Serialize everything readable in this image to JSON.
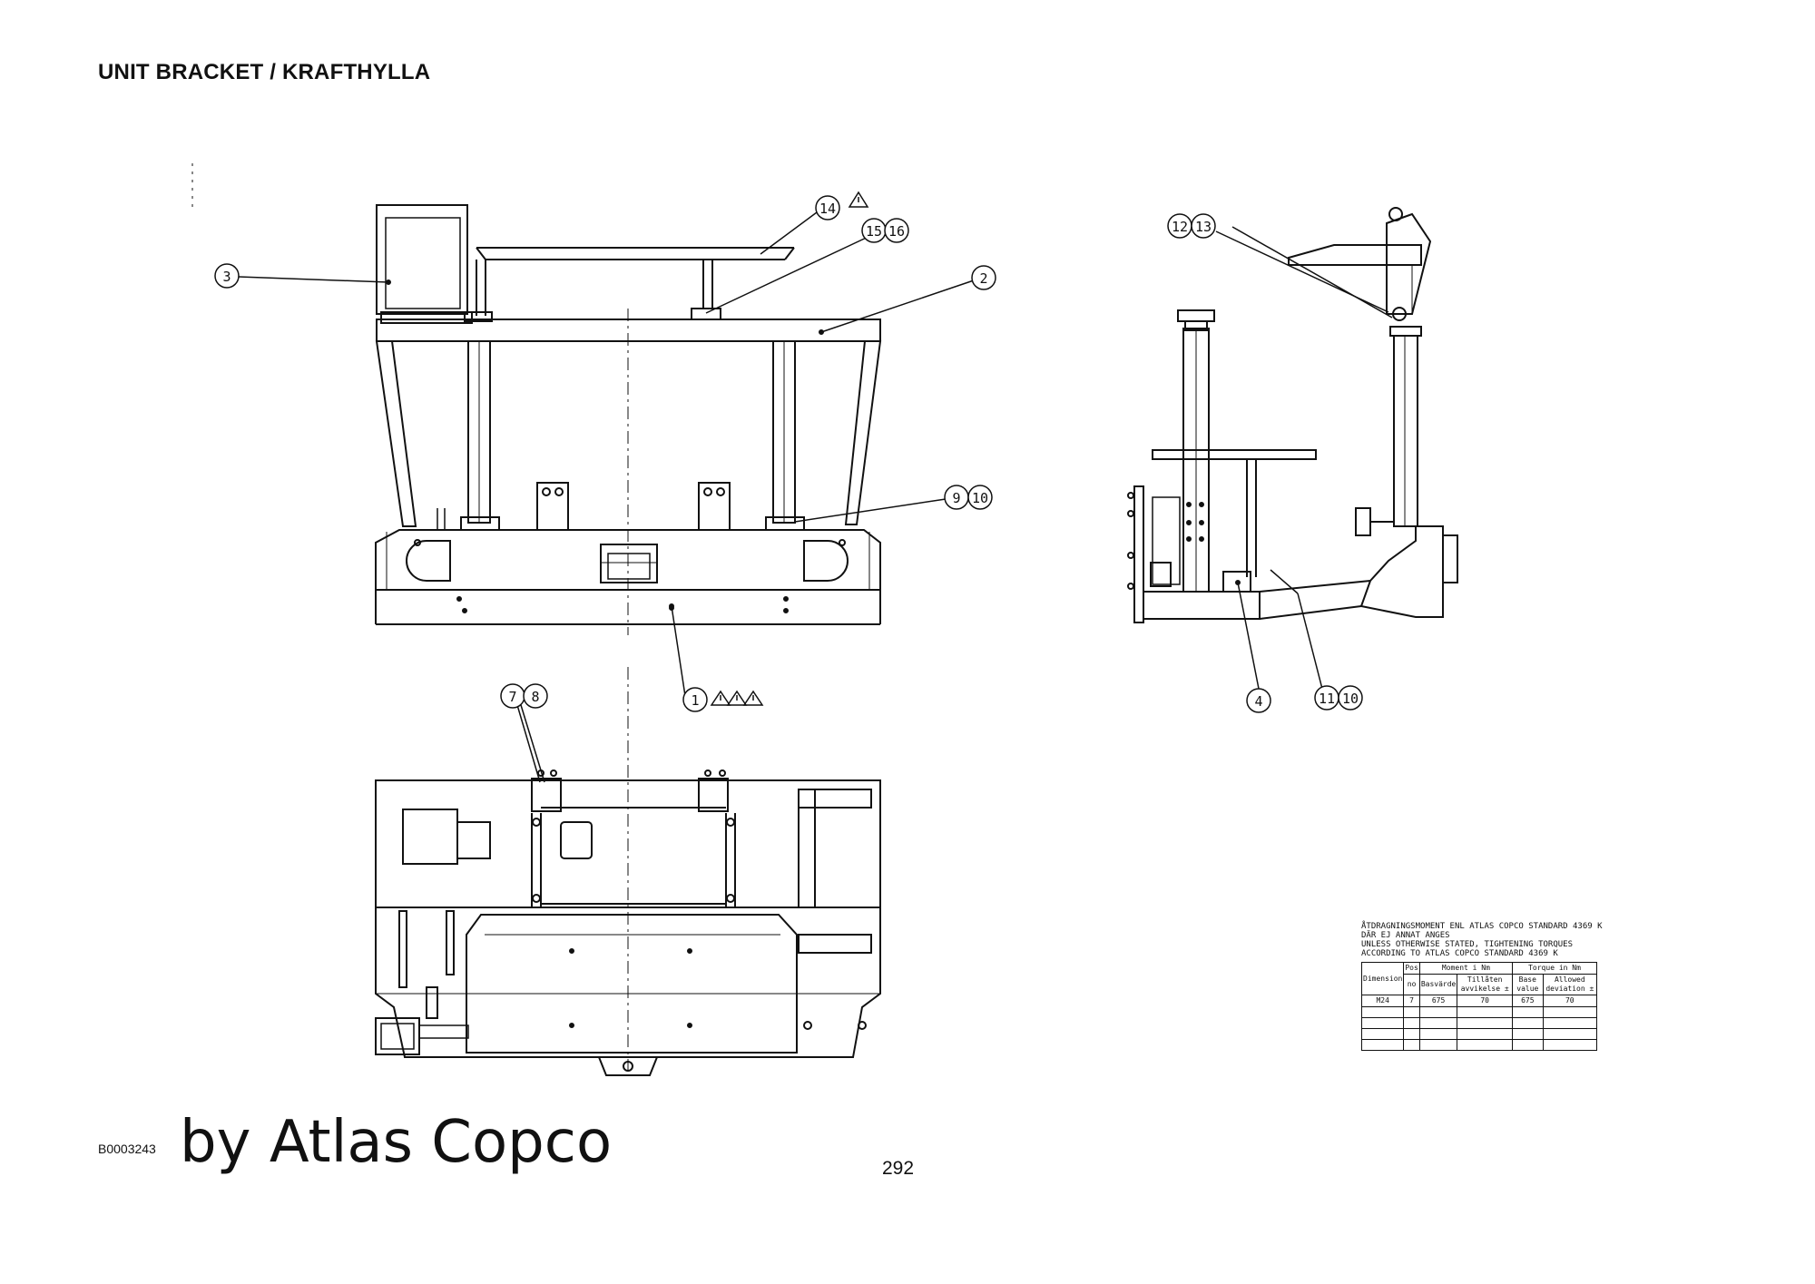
{
  "header": {
    "title": "UNIT BRACKET / KRAFTHYLLA"
  },
  "footer": {
    "doc_number": "B0003243",
    "brand": "by Atlas Copco",
    "page_number": "292"
  },
  "callouts": {
    "c1": "1",
    "c2": "2",
    "c3": "3",
    "c4": "4",
    "c7": "7",
    "c8": "8",
    "c9": "9",
    "c10a": "10",
    "c11": "11",
    "c10b": "10",
    "c12": "12",
    "c13": "13",
    "c14": "14",
    "c15": "15",
    "c16": "16"
  },
  "spec": {
    "note_sv_1": "ÅTDRAGNINGSMOMENT ENL ATLAS COPCO STANDARD 4369 K",
    "note_sv_2": "DÄR EJ ANNAT ANGES",
    "note_en_1": "UNLESS OTHERWISE STATED, TIGHTENING TORQUES",
    "note_en_2": "ACCORDING TO ATLAS COPCO STANDARD 4369 K",
    "table": {
      "h_dimension": "Dimension",
      "h_pos": "Pos",
      "h_moment": "Moment i Nm",
      "h_torque": "Torque in Nm",
      "h_pos_no": "no",
      "h_basvarde": "Basvärde",
      "h_tillaten": "Tillåten avvikelse ±",
      "h_base": "Base value",
      "h_allowed": "Allowed deviation ±",
      "row": [
        "M24",
        "7",
        "675",
        "70",
        "675",
        "70"
      ],
      "empty_rows": 4
    }
  },
  "colors": {
    "line": "#111111",
    "background": "#ffffff"
  },
  "icons": [
    "warning-triangle-icon"
  ]
}
